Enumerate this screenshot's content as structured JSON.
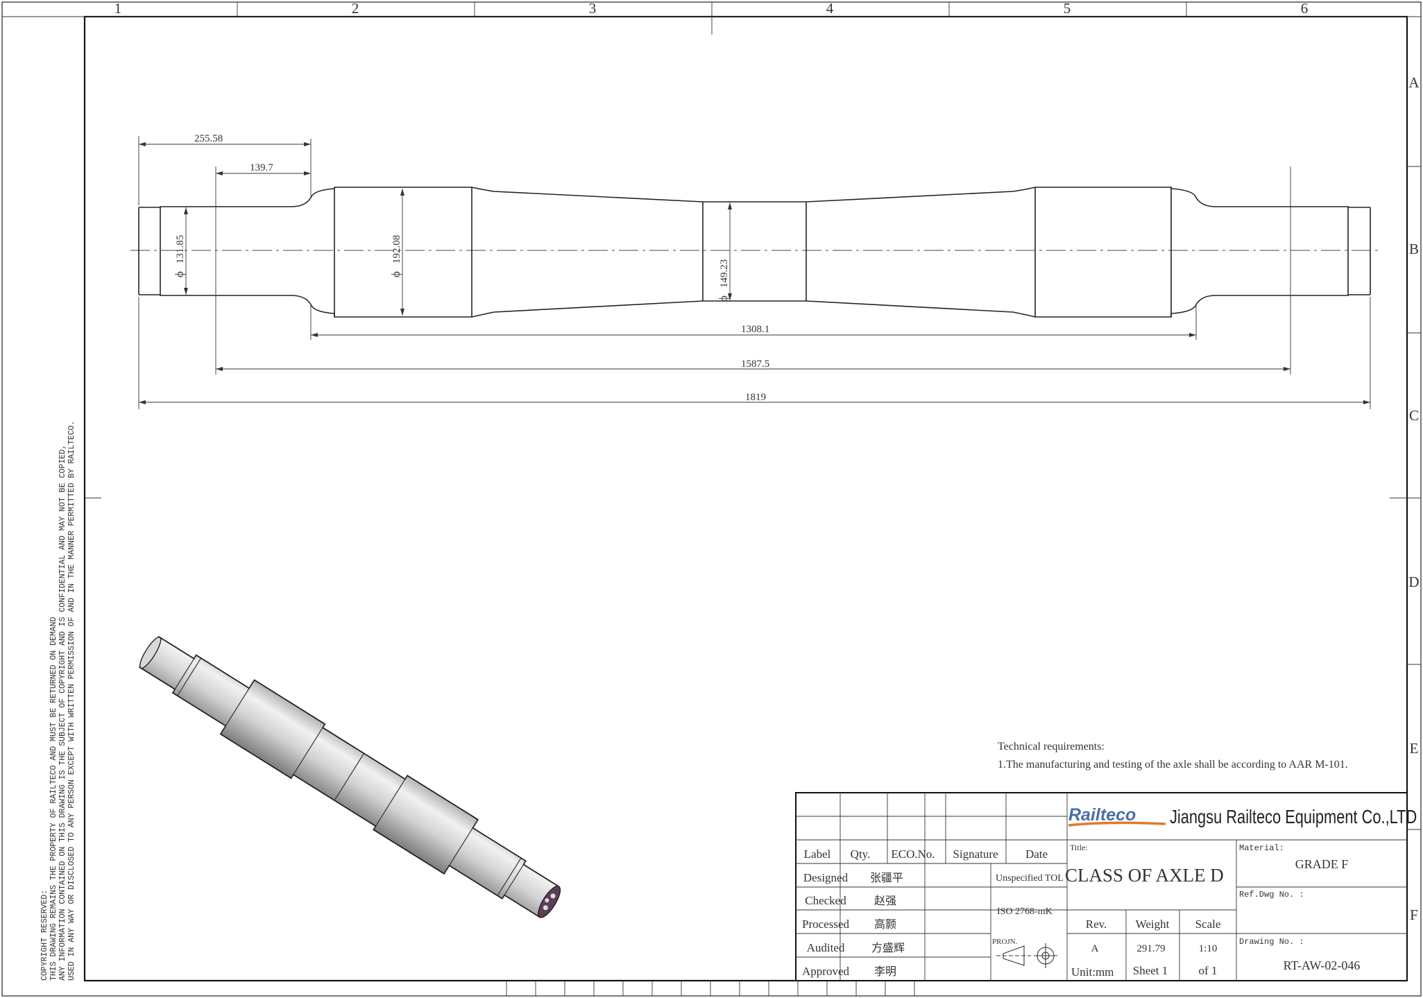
{
  "zones": {
    "columns": [
      "1",
      "2",
      "3",
      "4",
      "5",
      "6"
    ],
    "rows": [
      "A",
      "B",
      "C",
      "D",
      "E",
      "F"
    ]
  },
  "copyright": [
    "COPYRIGHT RESERVED:",
    "THIS DRAWING REMAINS THE PROPERTY OF RAILTECO AND MUST BE RETURNED ON DEMAND",
    "ANY INFORMATION CONTAINED ON THIS DRAWING IS THE SUBJECT OF COPYRIGHT AND IS CONFIDENTIAL AND MAY NOT BE COPIED,",
    "USED IN ANY WAY OR DISCLOSED TO ANY PERSON EXCEPT WITH WRITTEN PERMISSION OF AND IN THE MANNER PERMITTED BY RAILTECO."
  ],
  "dimensions": {
    "d1": "255.58",
    "d2": "139.7",
    "dia_journal": "131.85",
    "dia_wheel_seat": "192.08",
    "dia_center": "149.23",
    "d_1308": "1308.1",
    "d_1587": "1587.5",
    "d_1819": "1819",
    "dia_symbol": "ϕ"
  },
  "notes": {
    "heading": "Technical requirements:",
    "item1": "1.The manufacturing and testing of the axle shall   be according to AAR M-101."
  },
  "title_block": {
    "header_labels": [
      "Label",
      "Qty.",
      "ECO.No.",
      "Signature",
      "Date"
    ],
    "roles": [
      {
        "role": "Designed",
        "name": "张疆平"
      },
      {
        "role": "Checked",
        "name": "赵强"
      },
      {
        "role": "Processed",
        "name": "高颢"
      },
      {
        "role": "Audited",
        "name": "方盛辉"
      },
      {
        "role": "Approved",
        "name": "李明"
      }
    ],
    "unspecified_tol": "Unspecified TOL",
    "iso": "ISO 2768-mK",
    "projn": "PROJN.",
    "unit": "Unit:mm",
    "logo_text": "Railteco",
    "company": "Jiangsu Railteco Equipment Co.,LTD",
    "title_label": "Title:",
    "title": "CLASS OF AXLE D",
    "material_label": "Material:",
    "material": "GRADE F",
    "ref_label": "Ref.Dwg No. :",
    "rev_label": "Rev.",
    "weight_label": "Weight",
    "scale_label": "Scale",
    "rev": "A",
    "weight": "291.79",
    "scale": "1:10",
    "sheet": "Sheet 1",
    "of": "of 1",
    "drawing_no_label": "Drawing No. :",
    "drawing_no": "RT-AW-02-046"
  },
  "colors": {
    "logo_blue": "#4a6fa5",
    "logo_orange": "#e07a2a",
    "axle_body": "#cfcfcf",
    "axle_end": "#5b3f5a"
  }
}
